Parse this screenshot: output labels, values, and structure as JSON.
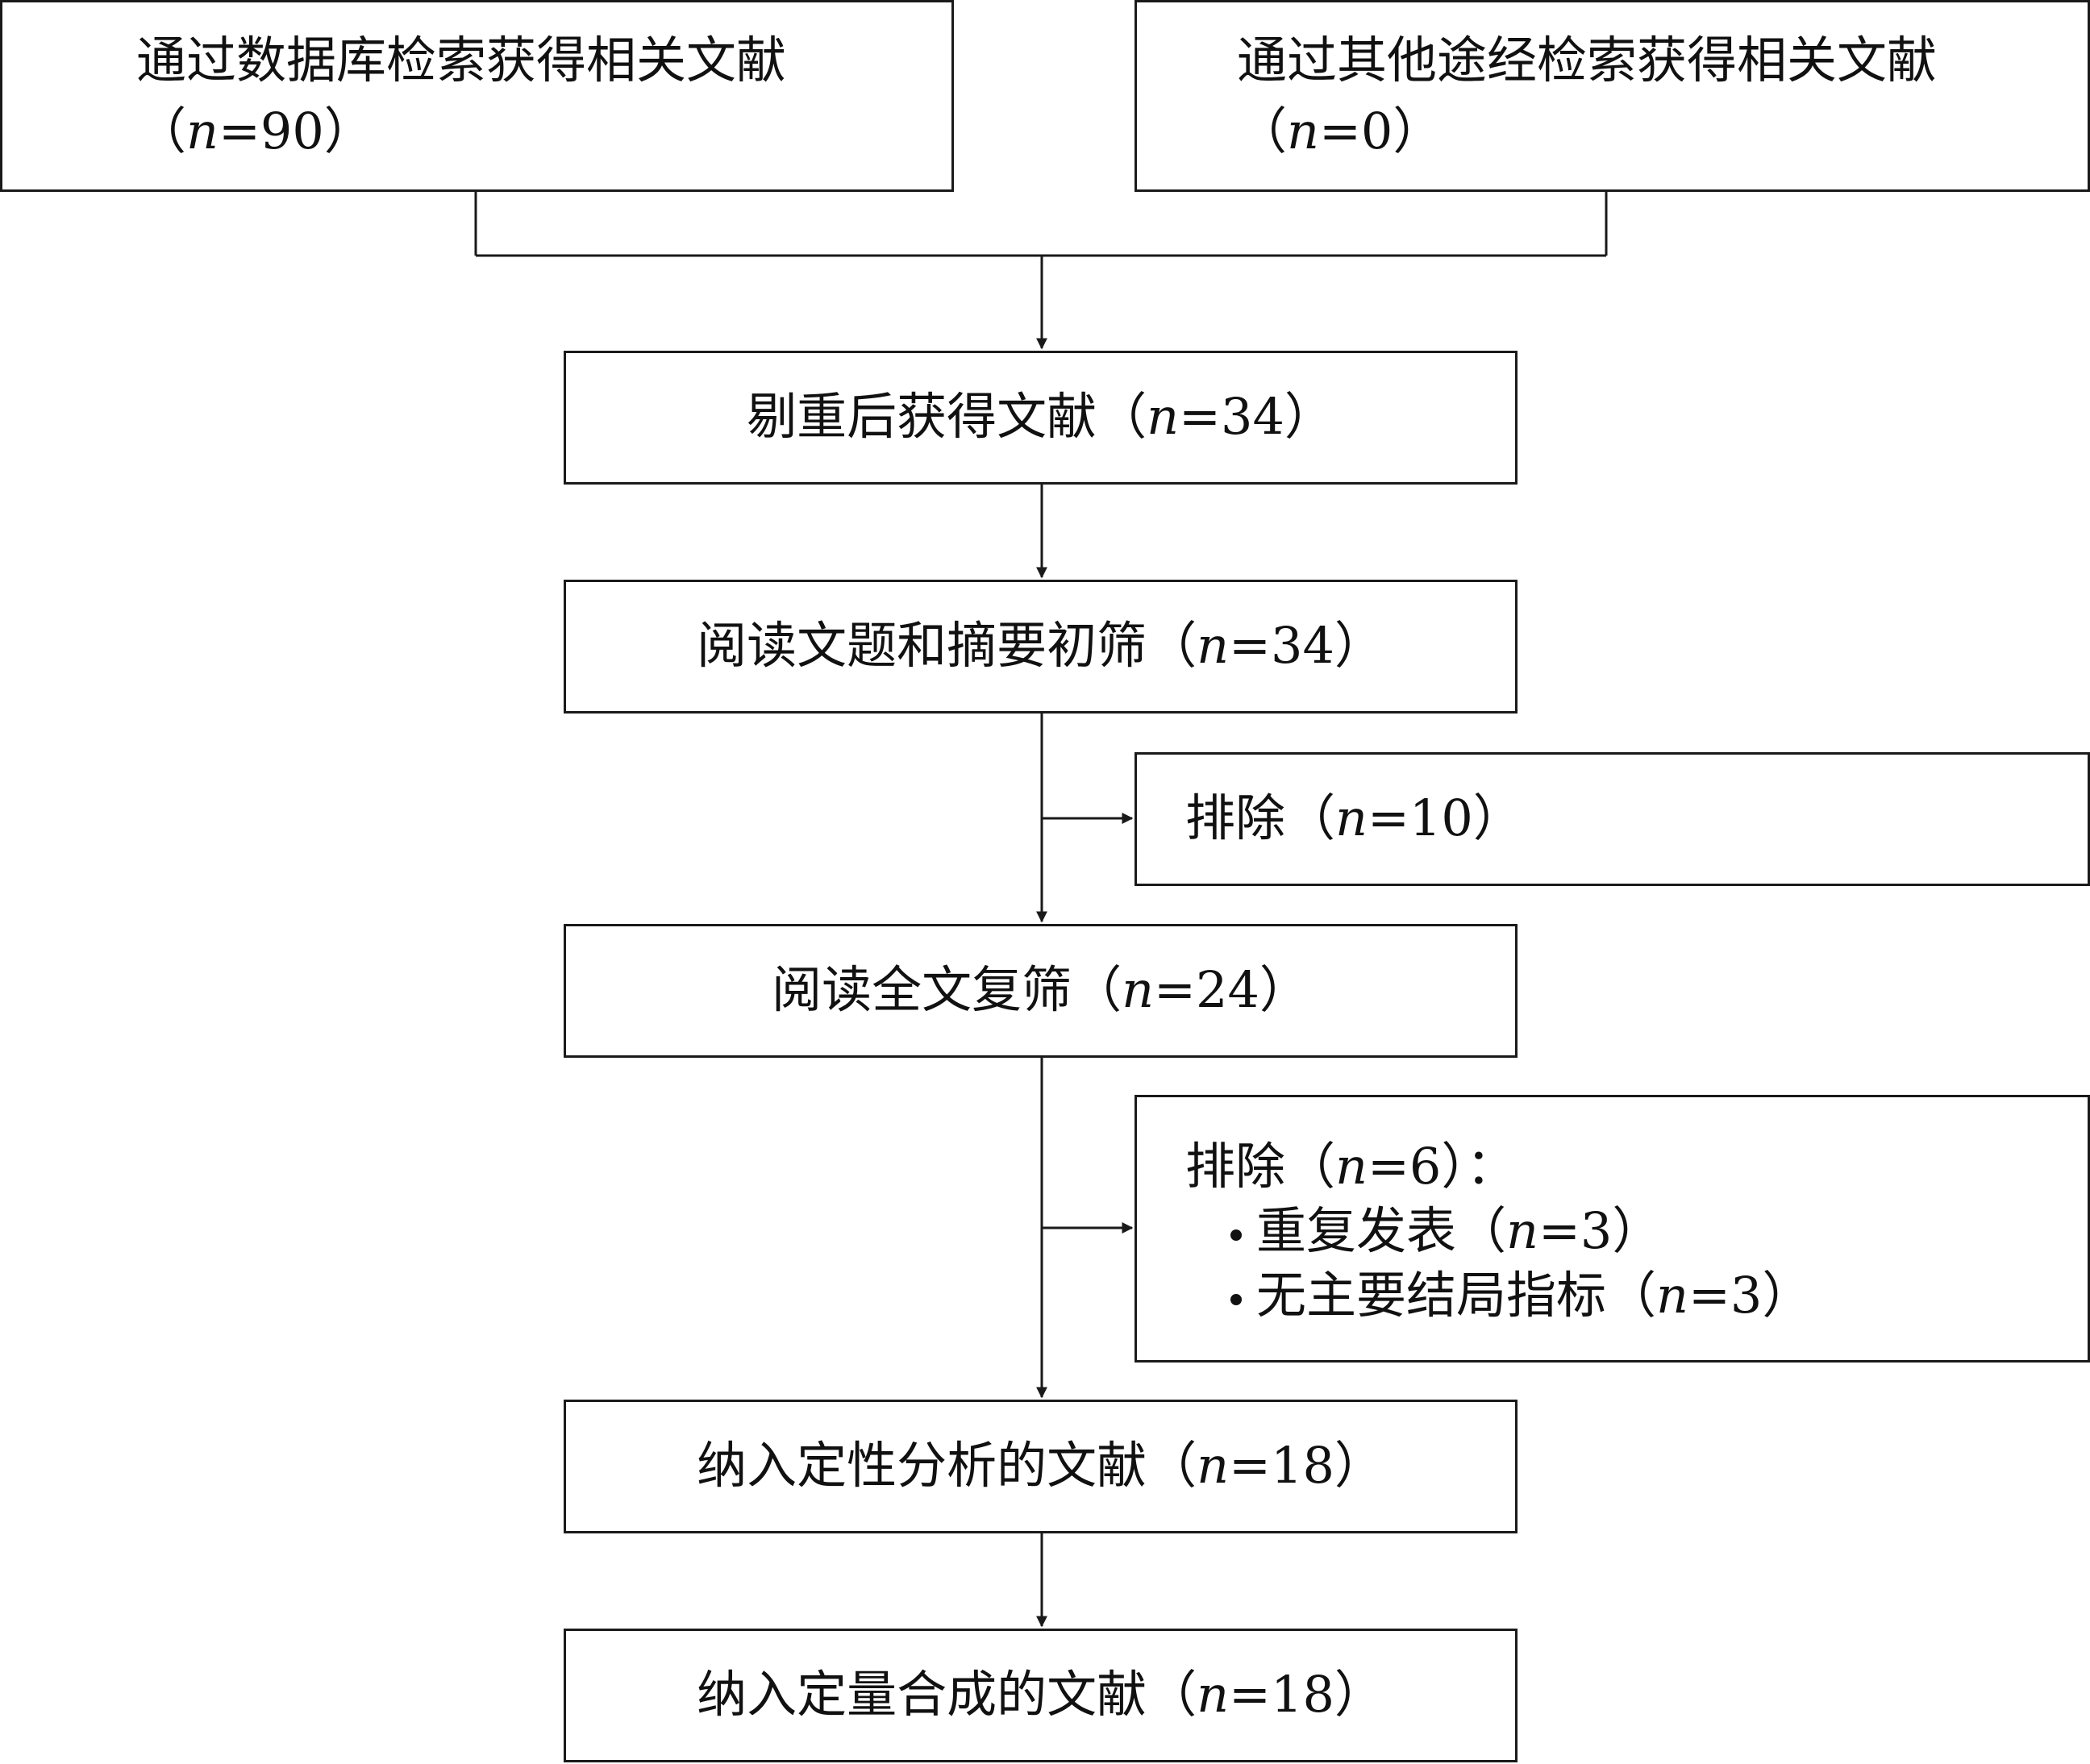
{
  "boxes": {
    "db_search": {
      "title": "通过数据库检索获得相关文献",
      "count": "（n=90）"
    },
    "other_search": {
      "title": "通过其他途经检索获得相关文献",
      "count": "（n=0）"
    },
    "dedup": {
      "text": "剔重后获得文献（n=34）"
    },
    "title_abstract": {
      "text": "阅读文题和摘要初筛（n=34）"
    },
    "exclude1": {
      "text": "排除（n=10）"
    },
    "fulltext": {
      "text": "阅读全文复筛（n=24）"
    },
    "exclude2": {
      "header": "排除（n=6）：",
      "items": [
        "重复发表（n=3）",
        "无主要结局指标（n=3）"
      ]
    },
    "qualitative": {
      "text": "纳入定性分析的文献（n=18）"
    },
    "quantitative": {
      "text": "纳入定量合成的文献（n=18）"
    }
  },
  "style": {
    "line_color": "#1a1a1a",
    "box_border": "#1a1a1a"
  }
}
